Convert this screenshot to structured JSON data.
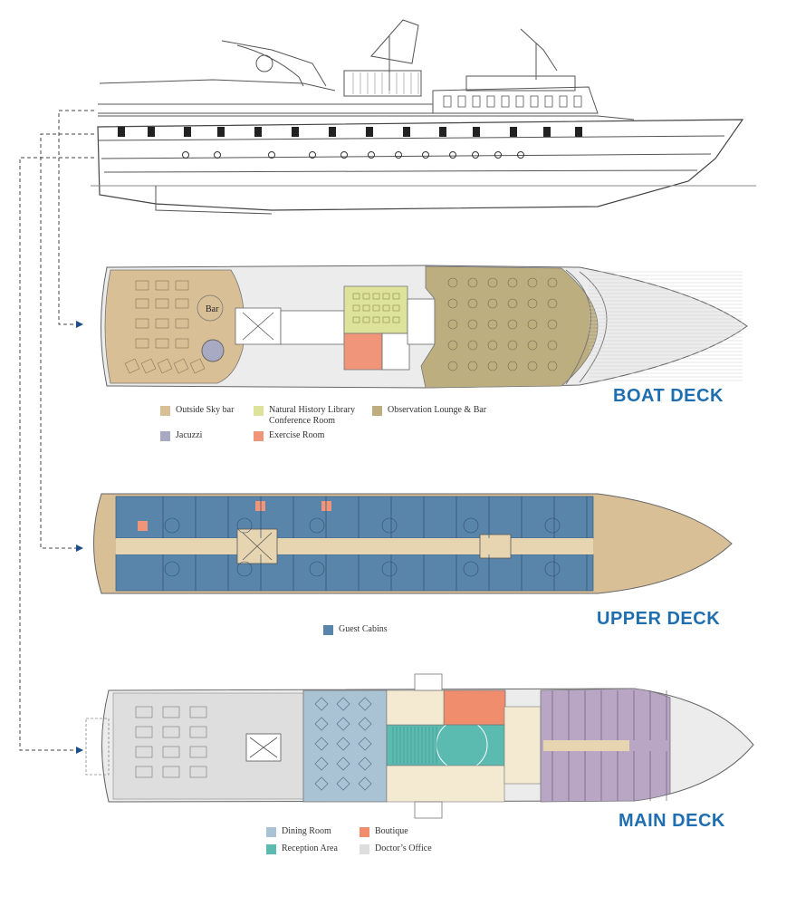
{
  "colors": {
    "sky_bar": "#d9bf96",
    "library": "#dde39a",
    "lounge": "#bdae80",
    "jacuzzi": "#a8aac4",
    "exercise": "#f0957a",
    "cabins": "#5a85ab",
    "dining": "#a9c2d4",
    "boutique": "#ef8d6d",
    "reception": "#5bbbb0",
    "doctor": "#dedede",
    "crew_purple": "#b8a6c4",
    "cream": "#f4ead2",
    "corridor": "#e7d5b2",
    "deck_grey": "#ececec",
    "title_blue": "#1f6fb0",
    "arrow_blue": "#1e4e8a"
  },
  "boat_deck": {
    "title": "BOAT DECK",
    "bar_label": "Bar",
    "legend": [
      {
        "label": "Outside Sky bar",
        "color_key": "sky_bar"
      },
      {
        "label": "Natural History Library",
        "label2": "Conference Room",
        "color_key": "library"
      },
      {
        "label": "Observation Lounge & Bar",
        "color_key": "lounge"
      },
      {
        "label": "Jacuzzi",
        "color_key": "jacuzzi"
      },
      {
        "label": "Exercise Room",
        "color_key": "exercise"
      }
    ]
  },
  "upper_deck": {
    "title": "UPPER DECK",
    "legend": [
      {
        "label": "Guest Cabins",
        "color_key": "cabins"
      }
    ]
  },
  "main_deck": {
    "title": "MAIN DECK",
    "legend": [
      {
        "label": "Dining Room",
        "color_key": "dining"
      },
      {
        "label": "Boutique",
        "color_key": "boutique"
      },
      {
        "label": "Reception Area",
        "color_key": "reception"
      },
      {
        "label": "Doctor’s Office",
        "color_key": "doctor"
      }
    ]
  }
}
